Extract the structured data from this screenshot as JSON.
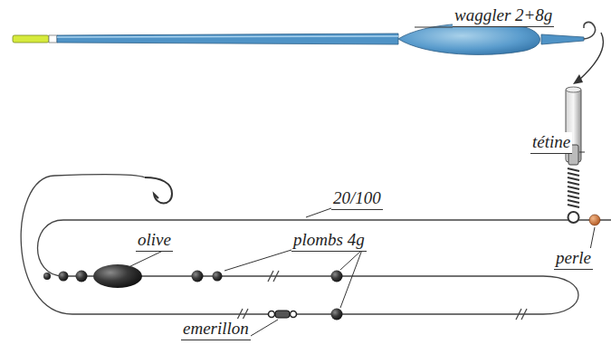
{
  "diagram": {
    "labels": [
      "waggler 2+8g",
      "tétine",
      "20/100",
      "olive",
      "plombs 4g",
      "perle",
      "emerillon"
    ]
  }
}
